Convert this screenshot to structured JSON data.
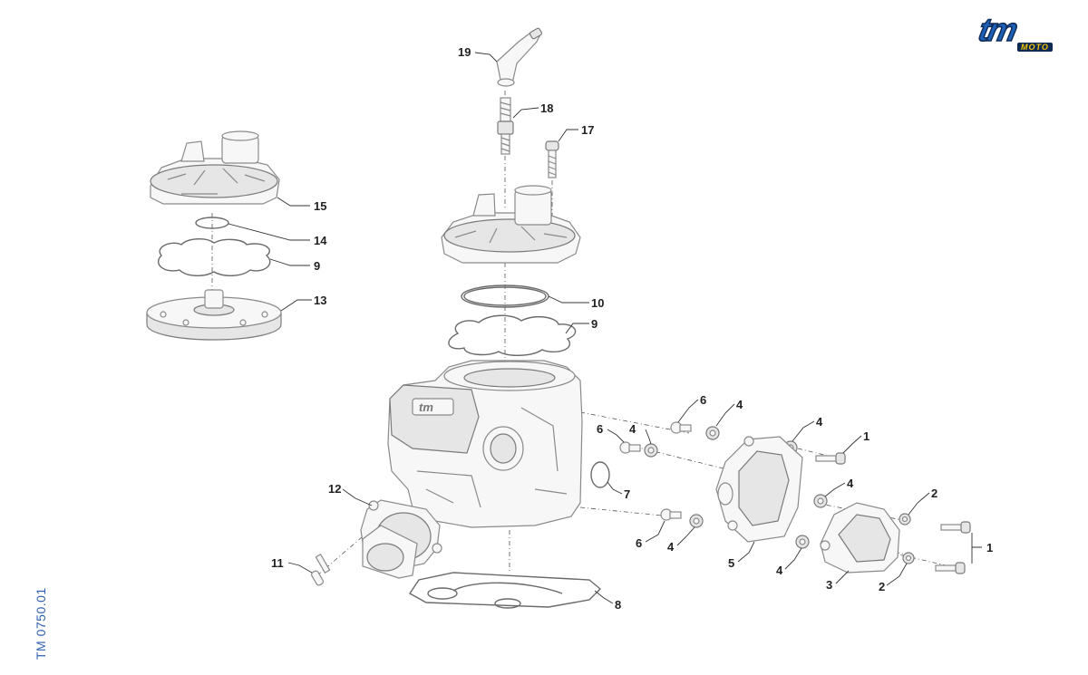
{
  "brand": {
    "logo_text": "tm",
    "logo_sub": "MOTO",
    "color_primary": "#1e5fb8",
    "color_accent": "#f4c400"
  },
  "drawing_code": "TM 0750.01",
  "callouts": [
    {
      "id": "19",
      "text": "19"
    },
    {
      "id": "18",
      "text": "18"
    },
    {
      "id": "17",
      "text": "17"
    },
    {
      "id": "15",
      "text": "15"
    },
    {
      "id": "14",
      "text": "14"
    },
    {
      "id": "9a",
      "text": "9"
    },
    {
      "id": "13",
      "text": "13"
    },
    {
      "id": "10",
      "text": "10"
    },
    {
      "id": "9b",
      "text": "9"
    },
    {
      "id": "6a",
      "text": "6"
    },
    {
      "id": "4a",
      "text": "4"
    },
    {
      "id": "6b",
      "text": "6"
    },
    {
      "id": "4b",
      "text": "4"
    },
    {
      "id": "4c",
      "text": "4"
    },
    {
      "id": "1a",
      "text": "1"
    },
    {
      "id": "7",
      "text": "7"
    },
    {
      "id": "4d",
      "text": "4"
    },
    {
      "id": "2a",
      "text": "2"
    },
    {
      "id": "12",
      "text": "12"
    },
    {
      "id": "6c",
      "text": "6"
    },
    {
      "id": "4e",
      "text": "4"
    },
    {
      "id": "5",
      "text": "5"
    },
    {
      "id": "4f",
      "text": "4"
    },
    {
      "id": "1b",
      "text": "1"
    },
    {
      "id": "3",
      "text": "3"
    },
    {
      "id": "2b",
      "text": "2"
    },
    {
      "id": "11",
      "text": "11"
    },
    {
      "id": "8",
      "text": "8"
    }
  ]
}
